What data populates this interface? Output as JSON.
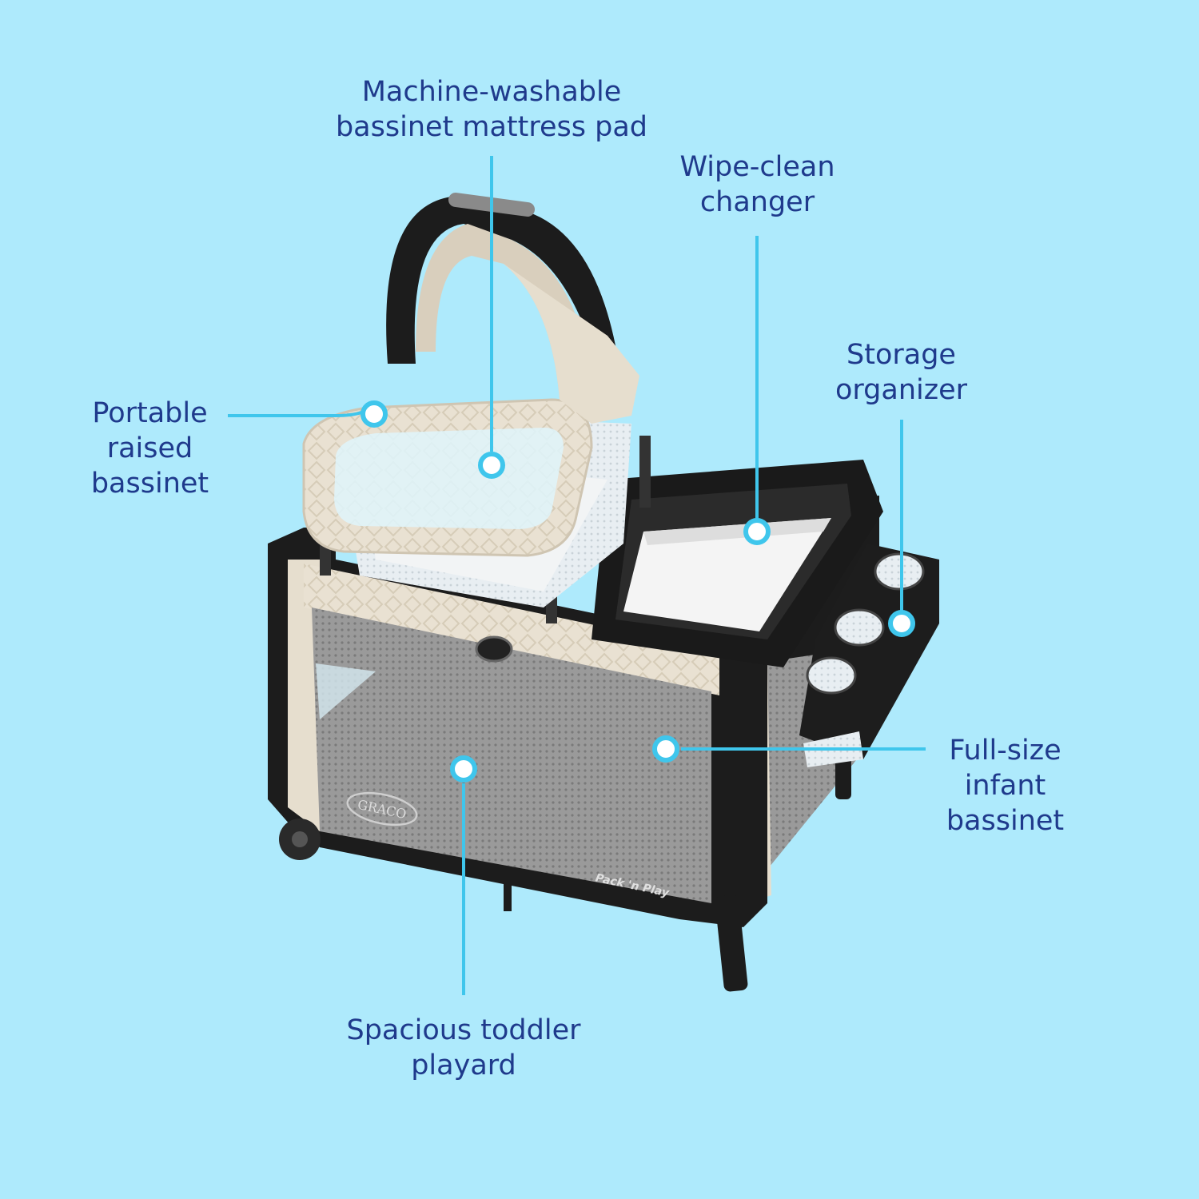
{
  "callouts": {
    "mattress_pad": {
      "line1": "Machine-washable",
      "line2": "bassinet mattress pad"
    },
    "changer": {
      "line1": "Wipe-clean",
      "line2": "changer"
    },
    "storage": {
      "line1": "Storage",
      "line2": "organizer"
    },
    "raised_bassinet": {
      "line1": "Portable",
      "line2": "raised",
      "line3": "bassinet"
    },
    "infant_bassinet": {
      "line1": "Full-size",
      "line2": "infant",
      "line3": "bassinet"
    },
    "toddler_playard": {
      "line1": "Spacious toddler",
      "line2": "playard"
    }
  },
  "product": {
    "brand_logo": "GRACO",
    "product_logo": "Pack 'n Play"
  },
  "colors": {
    "background": "#aeeafc",
    "label_text": "#1f3a8c",
    "callout_line": "#3fc6ec",
    "frame": "#1c1c1c",
    "fabric": "#e6dece",
    "mesh": "#8c8c8c"
  }
}
